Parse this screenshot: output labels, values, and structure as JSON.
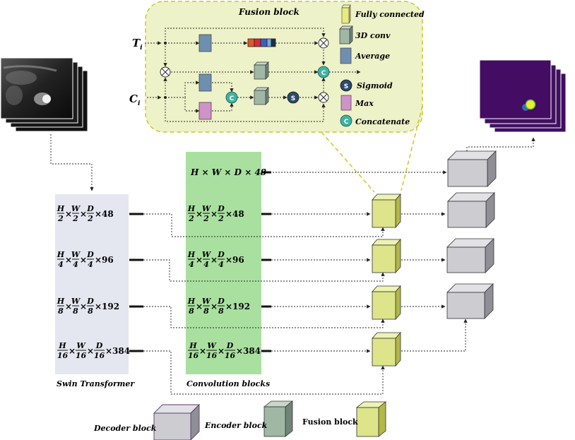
{
  "fusion": {
    "title": "Fusion block",
    "input_t": "T",
    "input_t_sub": "i",
    "input_c": "C",
    "input_c_sub": "i",
    "concat_symbol": "C",
    "sigmoid_symbol": "S"
  },
  "legend": [
    {
      "icon": "fully-connected-icon",
      "label": "Fully connected"
    },
    {
      "icon": "3d-conv-icon",
      "label": "3D conv"
    },
    {
      "icon": "average-icon",
      "label": "Average"
    },
    {
      "icon": "sigmoid-icon",
      "symbol": "S",
      "label": "Sigmoid"
    },
    {
      "icon": "max-icon",
      "label": "Max"
    },
    {
      "icon": "concatenate-icon",
      "symbol": "C",
      "label": "Concatenate"
    }
  ],
  "swin_rows": [
    {
      "n1": "H",
      "d1": "2",
      "n2": "W",
      "d2": "2",
      "n3": "D",
      "d3": "2",
      "ch": "48"
    },
    {
      "n1": "H",
      "d1": "4",
      "n2": "W",
      "d2": "4",
      "n3": "D",
      "d3": "4",
      "ch": "96"
    },
    {
      "n1": "H",
      "d1": "8",
      "n2": "W",
      "d2": "8",
      "n3": "D",
      "d3": "8",
      "ch": "192"
    },
    {
      "n1": "H",
      "d1": "16",
      "n2": "W",
      "d2": "16",
      "n3": "D",
      "d3": "16",
      "ch": "384"
    }
  ],
  "conv_top": "H × W × D × 48",
  "conv_rows": [
    {
      "n1": "H",
      "d1": "2",
      "n2": "W",
      "d2": "2",
      "n3": "D",
      "d3": "2",
      "ch": "48"
    },
    {
      "n1": "H",
      "d1": "4",
      "n2": "W",
      "d2": "4",
      "n3": "D",
      "d3": "4",
      "ch": "96"
    },
    {
      "n1": "H",
      "d1": "8",
      "n2": "W",
      "d2": "8",
      "n3": "D",
      "d3": "8",
      "ch": "192"
    },
    {
      "n1": "H",
      "d1": "16",
      "n2": "W",
      "d2": "16",
      "n3": "D",
      "d3": "16",
      "ch": "384"
    }
  ],
  "labels": {
    "swin": "Swin Transformer",
    "conv": "Convolution blocks"
  },
  "bottom_legend": {
    "decoder": "Decoder block",
    "encoder": "Encoder block",
    "fusion": "Fusion block"
  },
  "colors": {
    "fusion_bg": "#eef2c8",
    "fusion_border": "#c8c82a",
    "swin_bg": "#e4e6f0",
    "conv_bg": "#a9e0a0",
    "fusion_cube": "#dde489",
    "decoder_cube": "#cdcdd1",
    "encoder_cube": "#9fb7a4",
    "average": "#6f8fb0",
    "max": "#cf93c7",
    "circle": "#3fb3a3",
    "output_bg": "#3f0d60"
  }
}
